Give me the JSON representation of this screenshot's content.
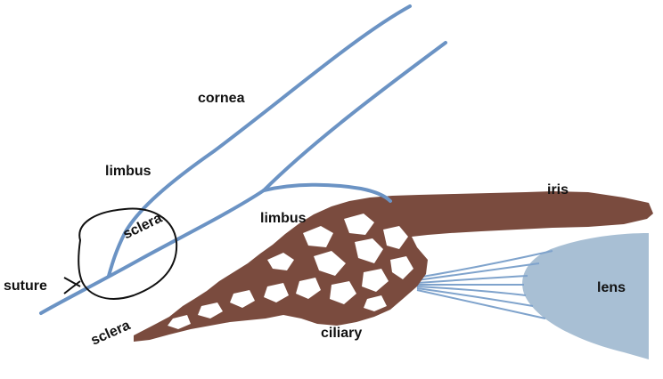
{
  "labels": {
    "cornea": "cornea",
    "limbus_outer": "limbus",
    "limbus_inner": "limbus",
    "iris": "iris",
    "sclera_in_circle": "sclera",
    "suture": "suture",
    "sclera_lower": "sclera",
    "ciliary": "ciliary",
    "lens": "lens"
  },
  "colors": {
    "membrane_line": "#6b93c4",
    "tissue_fill": "#7a4b3e",
    "lens_fill": "#a8bfd4",
    "zonule_line": "#7fa3cc",
    "ink": "#111111",
    "label": "#111111"
  }
}
